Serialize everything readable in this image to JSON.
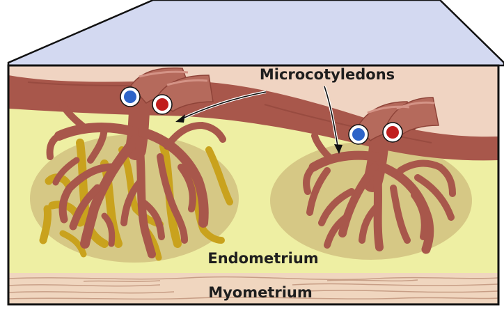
{
  "labels": {
    "microcotyledons": "Microcotyledons",
    "endometrium": "Endometrium",
    "myometrium": "Myometrium"
  },
  "colors": {
    "background": "#ffffff",
    "zoom_wedge": "#d3d9f1",
    "placenta_band": "#f0d4c2",
    "villous_tissue": "#a8574b",
    "endometrium": "#eeefa3",
    "crypt_region": "#d6c885",
    "maternal_crypts": "#c9a21d",
    "myometrium": "#f0d6bf",
    "myometrium_fibers": "#c79e86",
    "vein": "#2e64c8",
    "artery": "#c11d1d",
    "outline": "#111111"
  }
}
